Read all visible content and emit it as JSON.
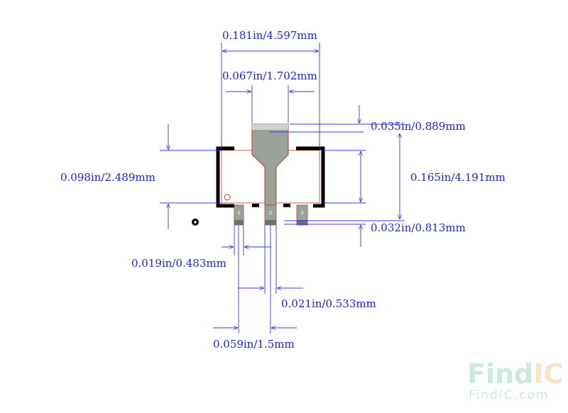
{
  "dimensions": {
    "overall_width": "0.181in/4.597mm",
    "tab_width": "0.067in/1.702mm",
    "tab_height": "0.035in/0.889mm",
    "body_height": "0.098in/2.489mm",
    "total_height": "0.165in/4.191mm",
    "lead_length": "0.032in/0.813mm",
    "lead_width": "0.019in/0.483mm",
    "center_lead_width": "0.021in/0.533mm",
    "pitch": "0.059in/1.5mm"
  },
  "pins": [
    "1",
    "2",
    "3"
  ],
  "watermark": {
    "logo_left": "Find",
    "logo_right": "IC",
    "url": "FindIC.com"
  },
  "colors": {
    "dimension_line": "#3333ff",
    "pad_fill": "#9aa39a",
    "pad_outline": "#c0392b",
    "body_outline": "#000000",
    "watermark_left": "#cde8df",
    "watermark_right": "#fbe3c4"
  }
}
